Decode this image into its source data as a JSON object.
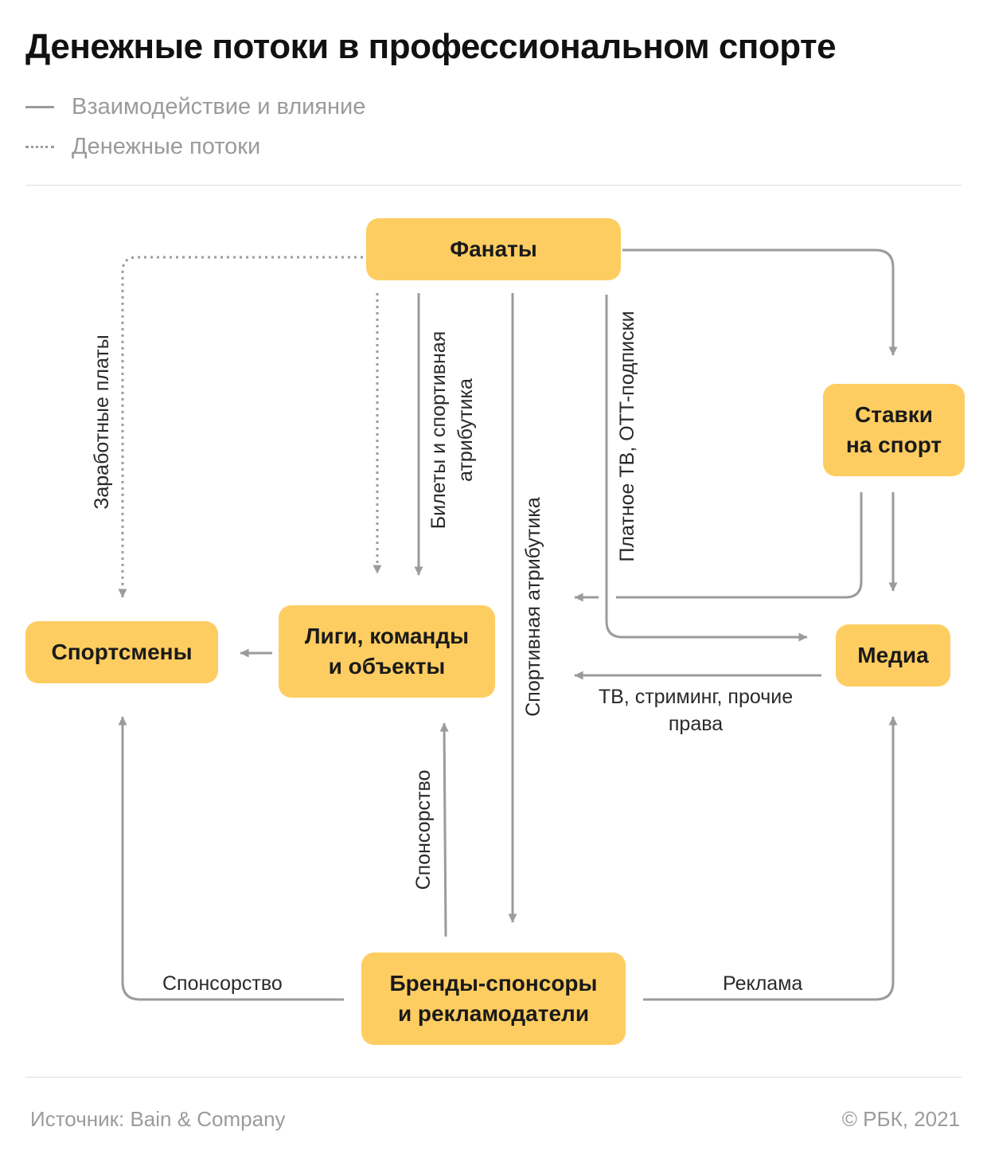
{
  "title": "Денежные потоки в профессиональном спорте",
  "legend": {
    "solid": "Взаимодействие и влияние",
    "dotted": "Денежные потоки"
  },
  "nodes": {
    "fans": "Фанаты",
    "betting": "Ставки\nна спорт",
    "athletes": "Спортсмены",
    "leagues": "Лиги, команды\nи объекты",
    "media": "Медиа",
    "brands": "Бренды-спонсоры\nи рекламодатели"
  },
  "edge_labels": {
    "salaries": "Заработные платы",
    "tickets": "Билеты и спортивная\nатрибутика",
    "merch": "Спортивная атрибутика",
    "paytv": "Платное ТВ, OTT-подписки",
    "tv_rights": "ТВ, стриминг,  прочие\nправа",
    "sponsorship_leagues": "Спонсорство",
    "sponsorship_athletes": "Спонсорство",
    "advertising": "Реклама"
  },
  "footer": {
    "source": "Источник:  Bain & Company",
    "copyright": "©  РБК, 2021"
  },
  "colors": {
    "node_fill": "#fecd61",
    "arrow": "#9b9b9b"
  }
}
